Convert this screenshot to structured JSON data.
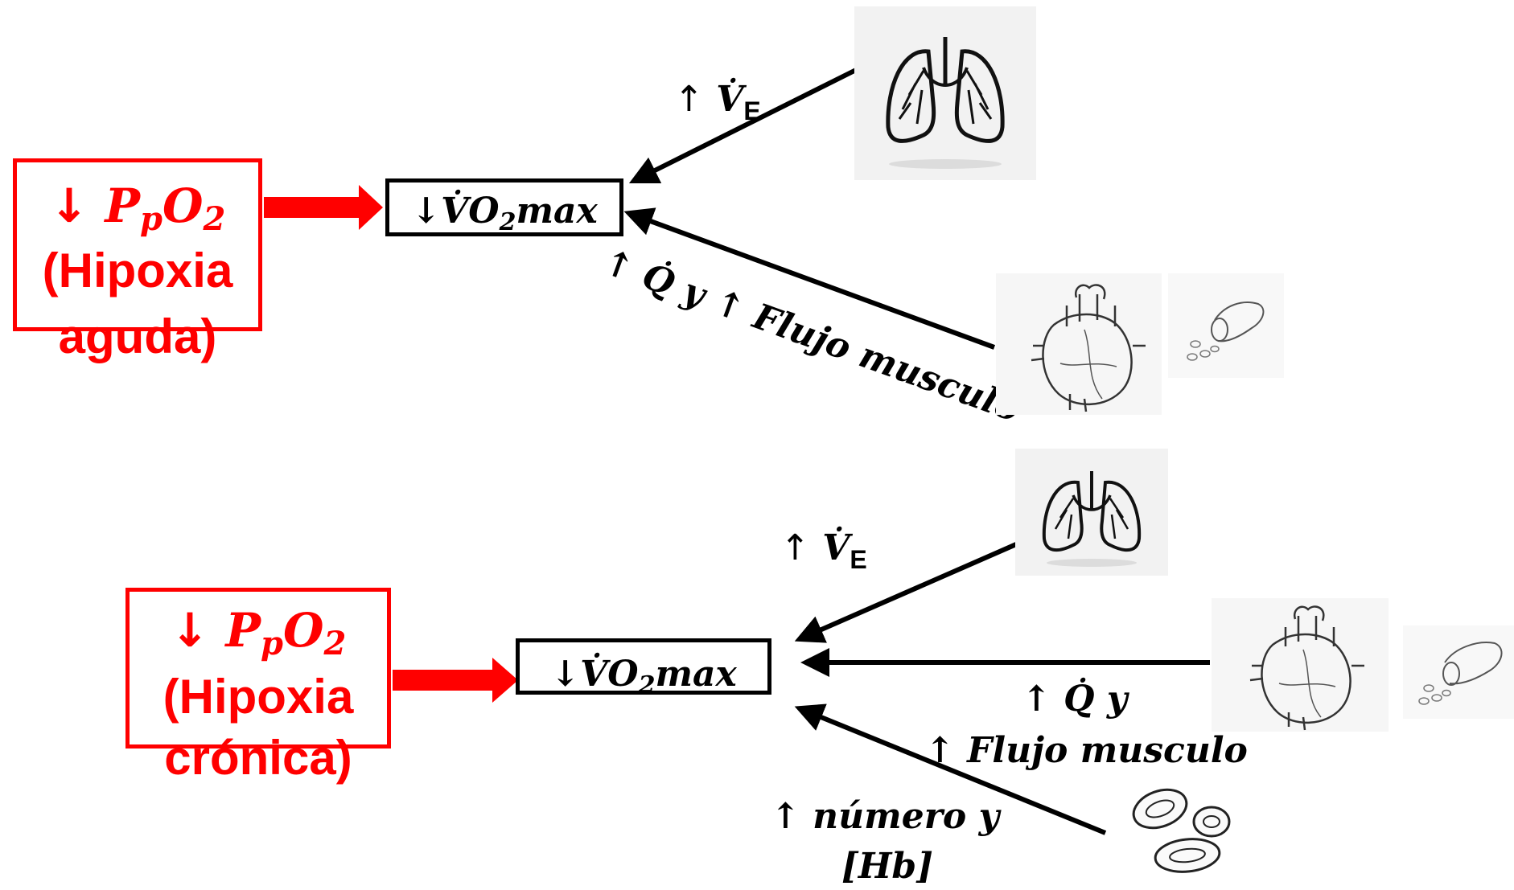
{
  "acute": {
    "ppo2_arrow": "↓",
    "ppo2_p": "P",
    "ppo2_p_sub": "p",
    "ppo2_o": "O",
    "ppo2_o_sub": "2",
    "hypoxia_line1": "(Hipoxia",
    "hypoxia_line2": "aguda)",
    "vo2_label": "↓V̇O",
    "vo2_sub": "2",
    "vo2_suffix": "max",
    "ve_arrow": "↑",
    "ve_symbol": "V̇",
    "ve_sub": "E",
    "q_label": "↑ Q̇  y  ↑ Flujo musculo"
  },
  "chronic": {
    "ppo2_arrow": "↓",
    "ppo2_p": "P",
    "ppo2_p_sub": "p",
    "ppo2_o": "O",
    "ppo2_o_sub": "2",
    "hypoxia_line1": "(Hipoxia",
    "hypoxia_line2": "crónica)",
    "vo2_label": "↓V̇O",
    "vo2_sub": "2",
    "vo2_suffix": "max",
    "ve_arrow": "↑",
    "ve_symbol": "V̇",
    "ve_sub": "E",
    "q_line1": "↑ Q̇  y",
    "q_line2": "↑ Flujo musculo",
    "hb_line1": "↑ número y",
    "hb_line2": "[Hb]"
  },
  "colors": {
    "accent": "#ff0000",
    "ink": "#000000",
    "tile_bg": "#f2f2f2"
  },
  "icons": [
    "lungs-icon",
    "heart-icon",
    "blood-vessel-icon",
    "red-blood-cells-icon"
  ]
}
